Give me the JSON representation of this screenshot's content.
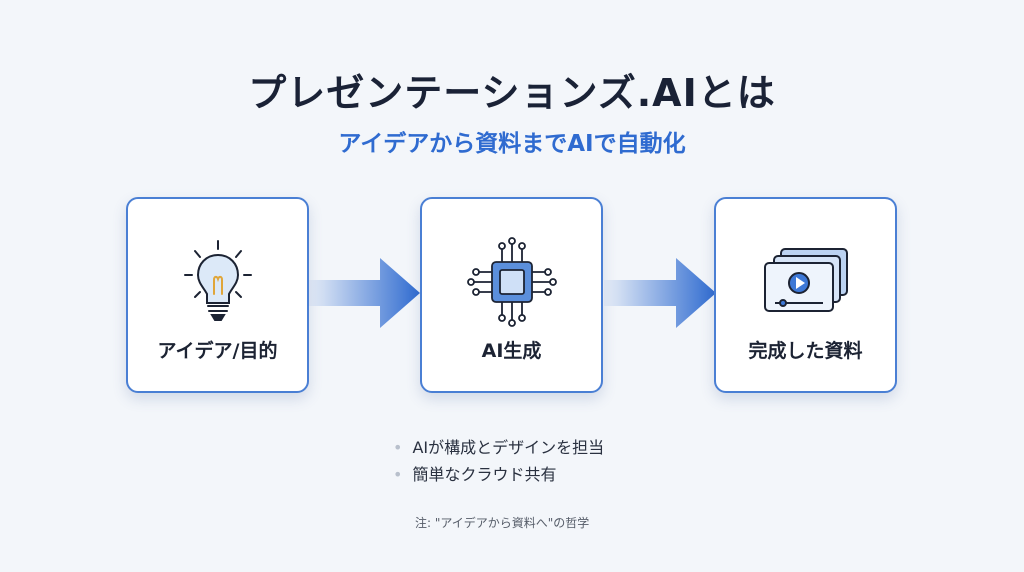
{
  "title": "プレゼンテーションズ.AIとは",
  "subtitle": "アイデアから資料までAIで自動化",
  "steps": [
    {
      "label": "アイデア/目的",
      "icon": "lightbulb-icon"
    },
    {
      "label": "AI生成",
      "icon": "chip-icon"
    },
    {
      "label": "完成した資料",
      "icon": "video-slides-icon"
    }
  ],
  "bullets": [
    "AIが構成とデザインを担当",
    "簡単なクラウド共有"
  ],
  "note": "注: \"アイデアから資料へ\"の哲学",
  "colors": {
    "accent": "#2f6bd0",
    "border": "#4a7fd4",
    "title": "#1a2236"
  }
}
